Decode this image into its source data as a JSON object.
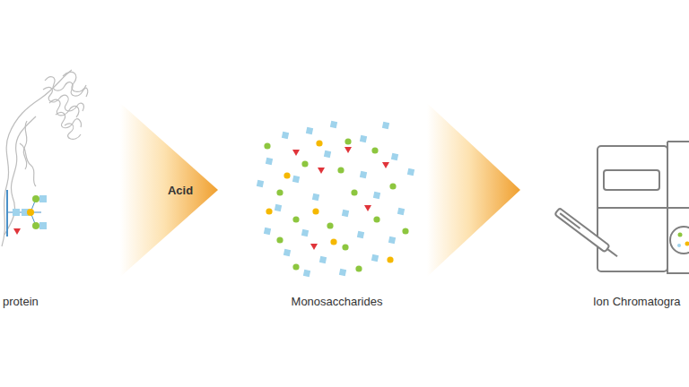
{
  "diagram": {
    "nodes": [
      {
        "text": [
          "protein"
        ]
      },
      {
        "text": [
          "Monosaccharides"
        ]
      },
      {
        "text": [
          "Ion Chromatogra"
        ]
      }
    ],
    "edges": [
      {
        "from": 0,
        "to": 1,
        "arrow": "to",
        "label": "Acid"
      },
      {
        "from": 1,
        "to": 2,
        "arrow": "to"
      }
    ]
  }
}
